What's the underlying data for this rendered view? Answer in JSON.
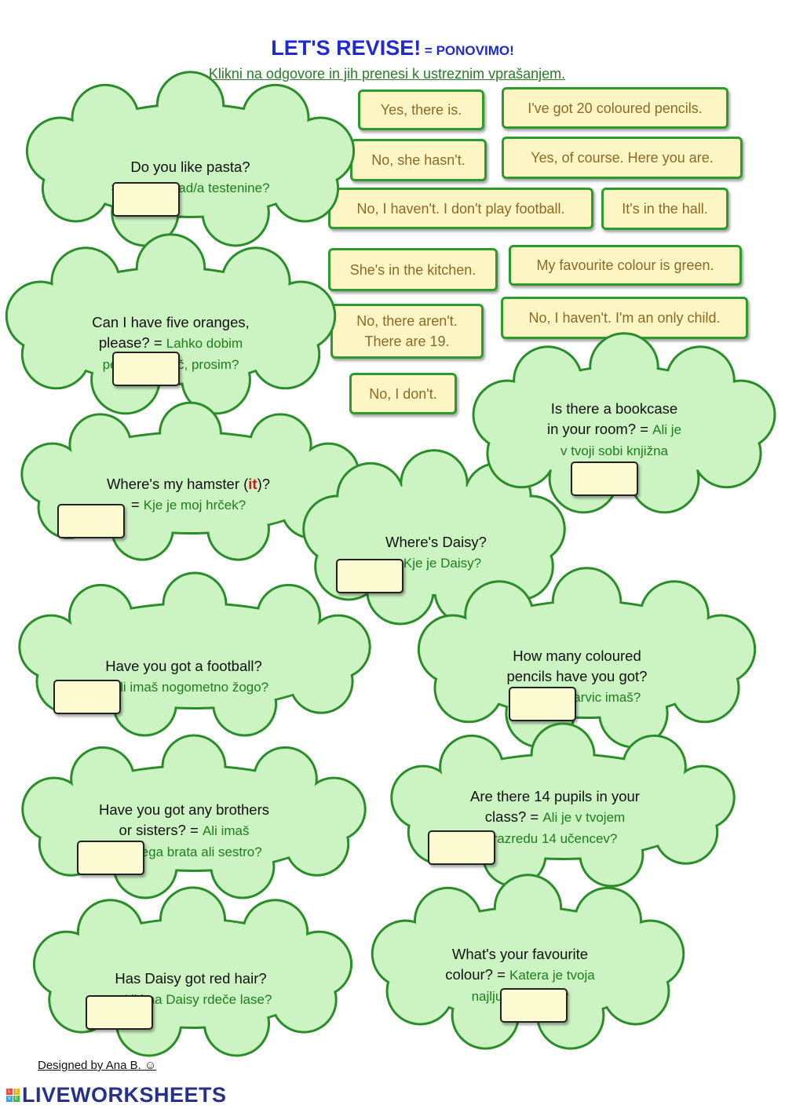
{
  "header": {
    "title": "LET'S REVISE!",
    "title_suffix": " = PONOVIMO!",
    "instruction": "Klikni na odgovore in jih prenesi k ustreznim vprašanjem."
  },
  "answers": [
    "Yes, there is.",
    "I've got 20 coloured pencils.",
    "No, she hasn't.",
    "Yes, of course. Here you are.",
    "No, I haven't. I don't play football.",
    "It's in the hall.",
    "She's in the kitchen.",
    "My favourite colour is green.",
    "No, there aren't.\nThere are 19.",
    "No, I haven't. I'm an only child.",
    "No, I don't."
  ],
  "questions": [
    {
      "en": "Do you like pasta?",
      "eq": "= ",
      "sl": "Ali imaš rad/a testenine?"
    },
    {
      "en": "Can I have five oranges,\nplease? = ",
      "sl": "Lahko dobim\npet pomaranč, prosim?"
    },
    {
      "en_a": "Where's my hamster (",
      "it": "it",
      "en_b": ")?",
      "eq": "= ",
      "sl": "Kje je moj hrček?"
    },
    {
      "en": "Where's Daisy?",
      "eq": "= ",
      "sl": "Kje je Daisy?"
    },
    {
      "en": "Is there a bookcase\nin your room? = ",
      "sl": "Ali je\nv tvoji sobi knjižna\nomara?"
    },
    {
      "en": "Have you got a football?",
      "eq": "= ",
      "sl": "Ali imaš nogometno žogo?"
    },
    {
      "en": "How many coloured\npencils have you got?",
      "eq": "= ",
      "sl": "Koliko barvic imaš?"
    },
    {
      "en": "Have you got any brothers\nor sisters? = ",
      "sl": "Ali imaš\nkakšnega brata ali sestro?"
    },
    {
      "en": "Are there 14 pupils in your\nclass? = ",
      "sl": "Ali je v tvojem\nrazredu 14 učencev?"
    },
    {
      "en": "Has Daisy got red hair?",
      "eq": "= ",
      "sl": "Ali  ima Daisy rdeče lase?"
    },
    {
      "en": "What's your favourite\ncolour? = ",
      "sl": "Katera je tvoja\nnajljubša barva?"
    }
  ],
  "footer": {
    "credit": "Designed by Ana B. ☺",
    "logo_text": "LIVEWORKSHEETS",
    "logo_blocks": [
      "L",
      "I",
      "V",
      "E"
    ]
  },
  "colors": {
    "cloud_fill": "#ccf3c2",
    "cloud_stroke": "#2a8d2a",
    "answer_fill": "#fdf6c4",
    "answer_border": "#2e9b2e",
    "title": "#1f2bd1",
    "highlight": "#d31515"
  }
}
